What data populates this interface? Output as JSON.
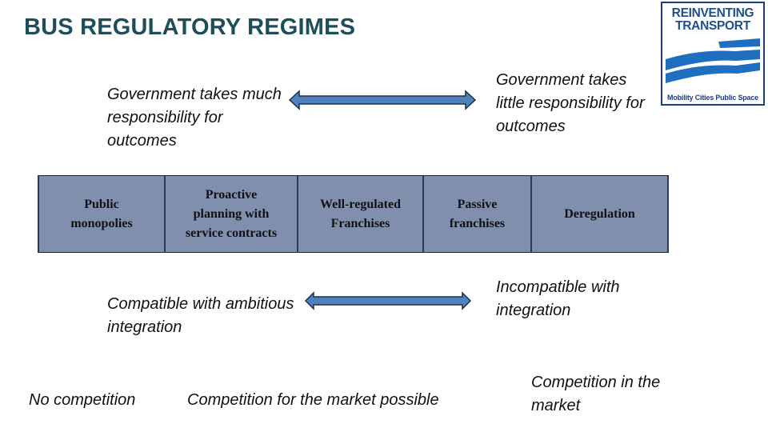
{
  "slide": {
    "title": "BUS REGULATORY REGIMES"
  },
  "logo": {
    "line1": "REINVENTING",
    "line2": "TRANSPORT",
    "tagline": "Mobility Cities Public Space",
    "colors": {
      "text": "#1f4e8a",
      "wave": "#1f6fc0"
    }
  },
  "top_row": {
    "left_text": "Government takes much responsibility for outcomes",
    "right_text": "Government takes little responsibility for outcomes"
  },
  "regimes": [
    {
      "label": "Public\nmonopolies"
    },
    {
      "label": "Proactive\nplanning  with\nservice contracts"
    },
    {
      "label": "Well-regulated\nFranchises"
    },
    {
      "label": "Passive\nfranchises"
    },
    {
      "label": "Deregulation"
    }
  ],
  "middle_row": {
    "left_text": "Compatible with ambitious integration",
    "right_text": "Incompatible with integration"
  },
  "bottom_row": {
    "no_competition": "No competition",
    "for_market": "Competition for the market possible",
    "in_market": "Competition in the market"
  },
  "colors": {
    "title": "#1f4e5b",
    "bar_fill": "#7f8fad",
    "arrow_fill": "#4f81bd",
    "arrow_stroke": "#1f2f4f"
  }
}
